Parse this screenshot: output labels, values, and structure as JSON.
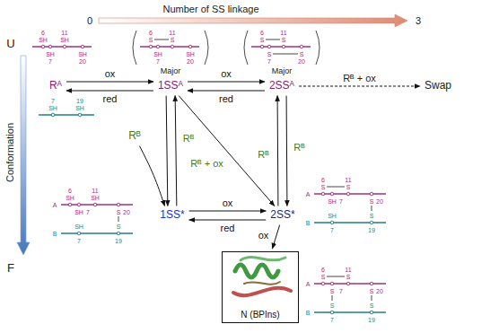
{
  "diagram": {
    "nodes": [
      {
        "text": [
          "Rᴬ"
        ]
      },
      {
        "text": [
          "1SSᴬ"
        ]
      },
      {
        "text": [
          "2SSᴬ"
        ]
      },
      {
        "text": [
          "Swap"
        ]
      },
      {
        "text": [
          "Rᴮ"
        ]
      },
      {
        "text": [
          "1SS*"
        ]
      },
      {
        "text": [
          "2SS*"
        ]
      },
      {
        "text": [
          "N (BPIns)"
        ]
      }
    ],
    "edges": [
      {
        "from": 0,
        "to": 1,
        "arrow": "to",
        "label": "ox"
      },
      {
        "from": 1,
        "to": 0,
        "arrow": "to",
        "label": "red"
      },
      {
        "from": 1,
        "to": 2,
        "arrow": "to",
        "label": "ox"
      },
      {
        "from": 2,
        "to": 1,
        "arrow": "to",
        "label": "red"
      },
      {
        "from": 2,
        "to": 3,
        "arrow": "to",
        "label": "Rᴮ + ox"
      },
      {
        "from": 4,
        "to": 5,
        "arrow": "to"
      },
      {
        "from": 1,
        "to": 5,
        "arrow": "to"
      },
      {
        "from": 5,
        "to": 1,
        "arrow": "to",
        "label": "Rᴮ"
      },
      {
        "from": 1,
        "to": 6,
        "arrow": "to",
        "label": "Rᴮ + ox"
      },
      {
        "from": 2,
        "to": 6,
        "arrow": "to",
        "label": "Rᴮ"
      },
      {
        "from": 6,
        "to": 2,
        "arrow": "to",
        "label": "Rᴮ"
      },
      {
        "from": 5,
        "to": 6,
        "arrow": "to",
        "label": "ox"
      },
      {
        "from": 6,
        "to": 5,
        "arrow": "to",
        "label": "red"
      },
      {
        "from": 6,
        "to": 7,
        "arrow": "to",
        "label": "ox"
      }
    ],
    "labels": [
      "Number of SS linkage",
      "0",
      "3",
      "U",
      "Conformation",
      "F",
      "Major",
      "Major",
      "6",
      "SH",
      "11",
      "SH",
      "SH",
      "7",
      "SH",
      "20",
      "6",
      "S",
      "11",
      "S",
      "SH",
      "7",
      "SH",
      "20",
      "6",
      "S",
      "11",
      "S",
      "S",
      "7",
      "S",
      "20",
      "7",
      "SH",
      "19",
      "SH",
      "A",
      "6",
      "SH",
      "11",
      "SH",
      "SH",
      "7",
      "S",
      "20",
      "SH",
      "S",
      "B",
      "7",
      "19",
      "A",
      "6",
      "S",
      "11",
      "S",
      "SH",
      "7",
      "S",
      "20",
      "SH",
      "S",
      "B",
      "7",
      "19",
      "A",
      "6",
      "S",
      "11",
      "S",
      "S",
      "7",
      "S",
      "20",
      "S",
      "S",
      "B",
      "7",
      "19"
    ]
  }
}
